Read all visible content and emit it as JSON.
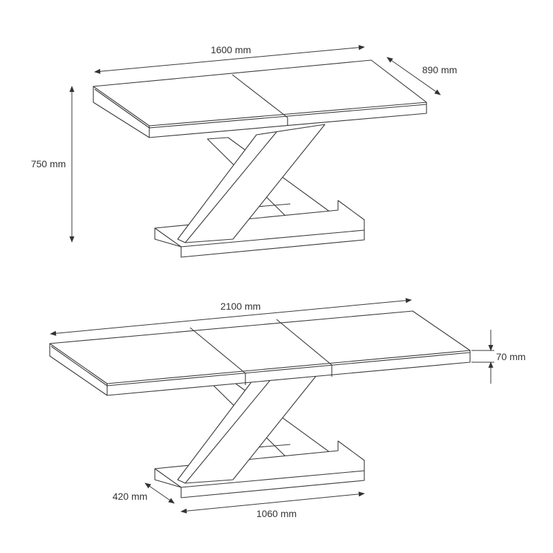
{
  "dimensions": {
    "width_closed": "1600 mm",
    "depth": "890 mm",
    "height": "750 mm",
    "width_extended": "2100 mm",
    "top_thickness": "70 mm",
    "base_depth": "420 mm",
    "base_width": "1060 mm"
  },
  "colors": {
    "line": "#333333",
    "background": "#ffffff"
  }
}
